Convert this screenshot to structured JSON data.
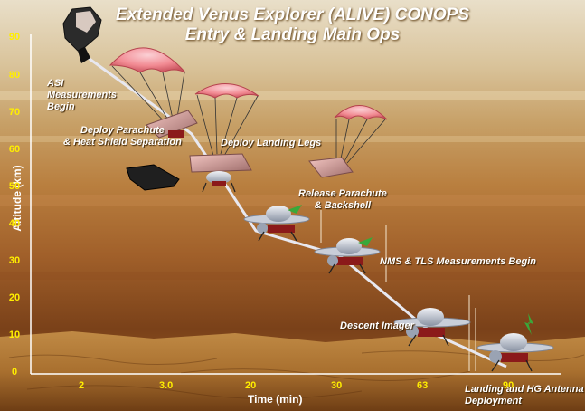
{
  "title_line1": "Extended Venus Explorer (ALIVE) CONOPS",
  "title_line2": "Entry & Landing Main Ops",
  "y_axis_label": "Altitude (km)",
  "x_axis_label": "Time (min)",
  "y_ticks": [
    "90",
    "80",
    "70",
    "60",
    "50",
    "40",
    "30",
    "20",
    "10",
    "0"
  ],
  "x_ticks": [
    "2",
    "3.0",
    "20",
    "30",
    "63",
    "90"
  ],
  "annotations": {
    "asi_1": "ASI",
    "asi_2": "Measurements",
    "asi_3": "Begin",
    "parachute_1": "Deploy Parachute",
    "parachute_2": "& Heat Shield  Separation",
    "legs": "Deploy Landing Legs",
    "release_1": "Release Parachute",
    "release_2": "& Backshell",
    "nms": "NMS & TLS Measurements Begin",
    "imager": "Descent Imager",
    "landing_1": "Landing and HG Antenna",
    "landing_2": "Deployment"
  },
  "colors": {
    "axis_tick": "#ffee00",
    "text": "#ffffff",
    "trajectory": "#e8e8f0",
    "parachute": "#f28b93"
  },
  "icons": [
    "entry-capsule-icon",
    "parachute-icon",
    "heat-shield-icon",
    "lander-icon",
    "antenna-icon"
  ]
}
